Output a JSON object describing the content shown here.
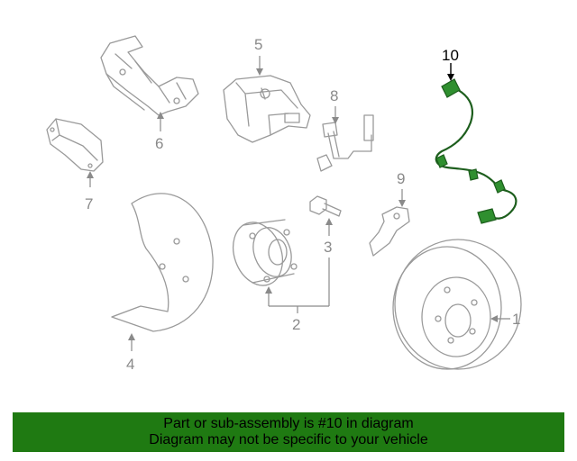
{
  "callouts": {
    "n1": "1",
    "n2": "2",
    "n3": "3",
    "n4": "4",
    "n5": "5",
    "n6": "6",
    "n7": "7",
    "n8": "8",
    "n9": "9",
    "n10": "10"
  },
  "highlighted_part": "10",
  "colors": {
    "highlight": "#1f7a12",
    "sensor": "#2f8f2f",
    "line": "#9a9a9a"
  },
  "banner": {
    "line1": "Part or sub-assembly is #10 in diagram",
    "line2": "Diagram may not be specific to your vehicle"
  }
}
